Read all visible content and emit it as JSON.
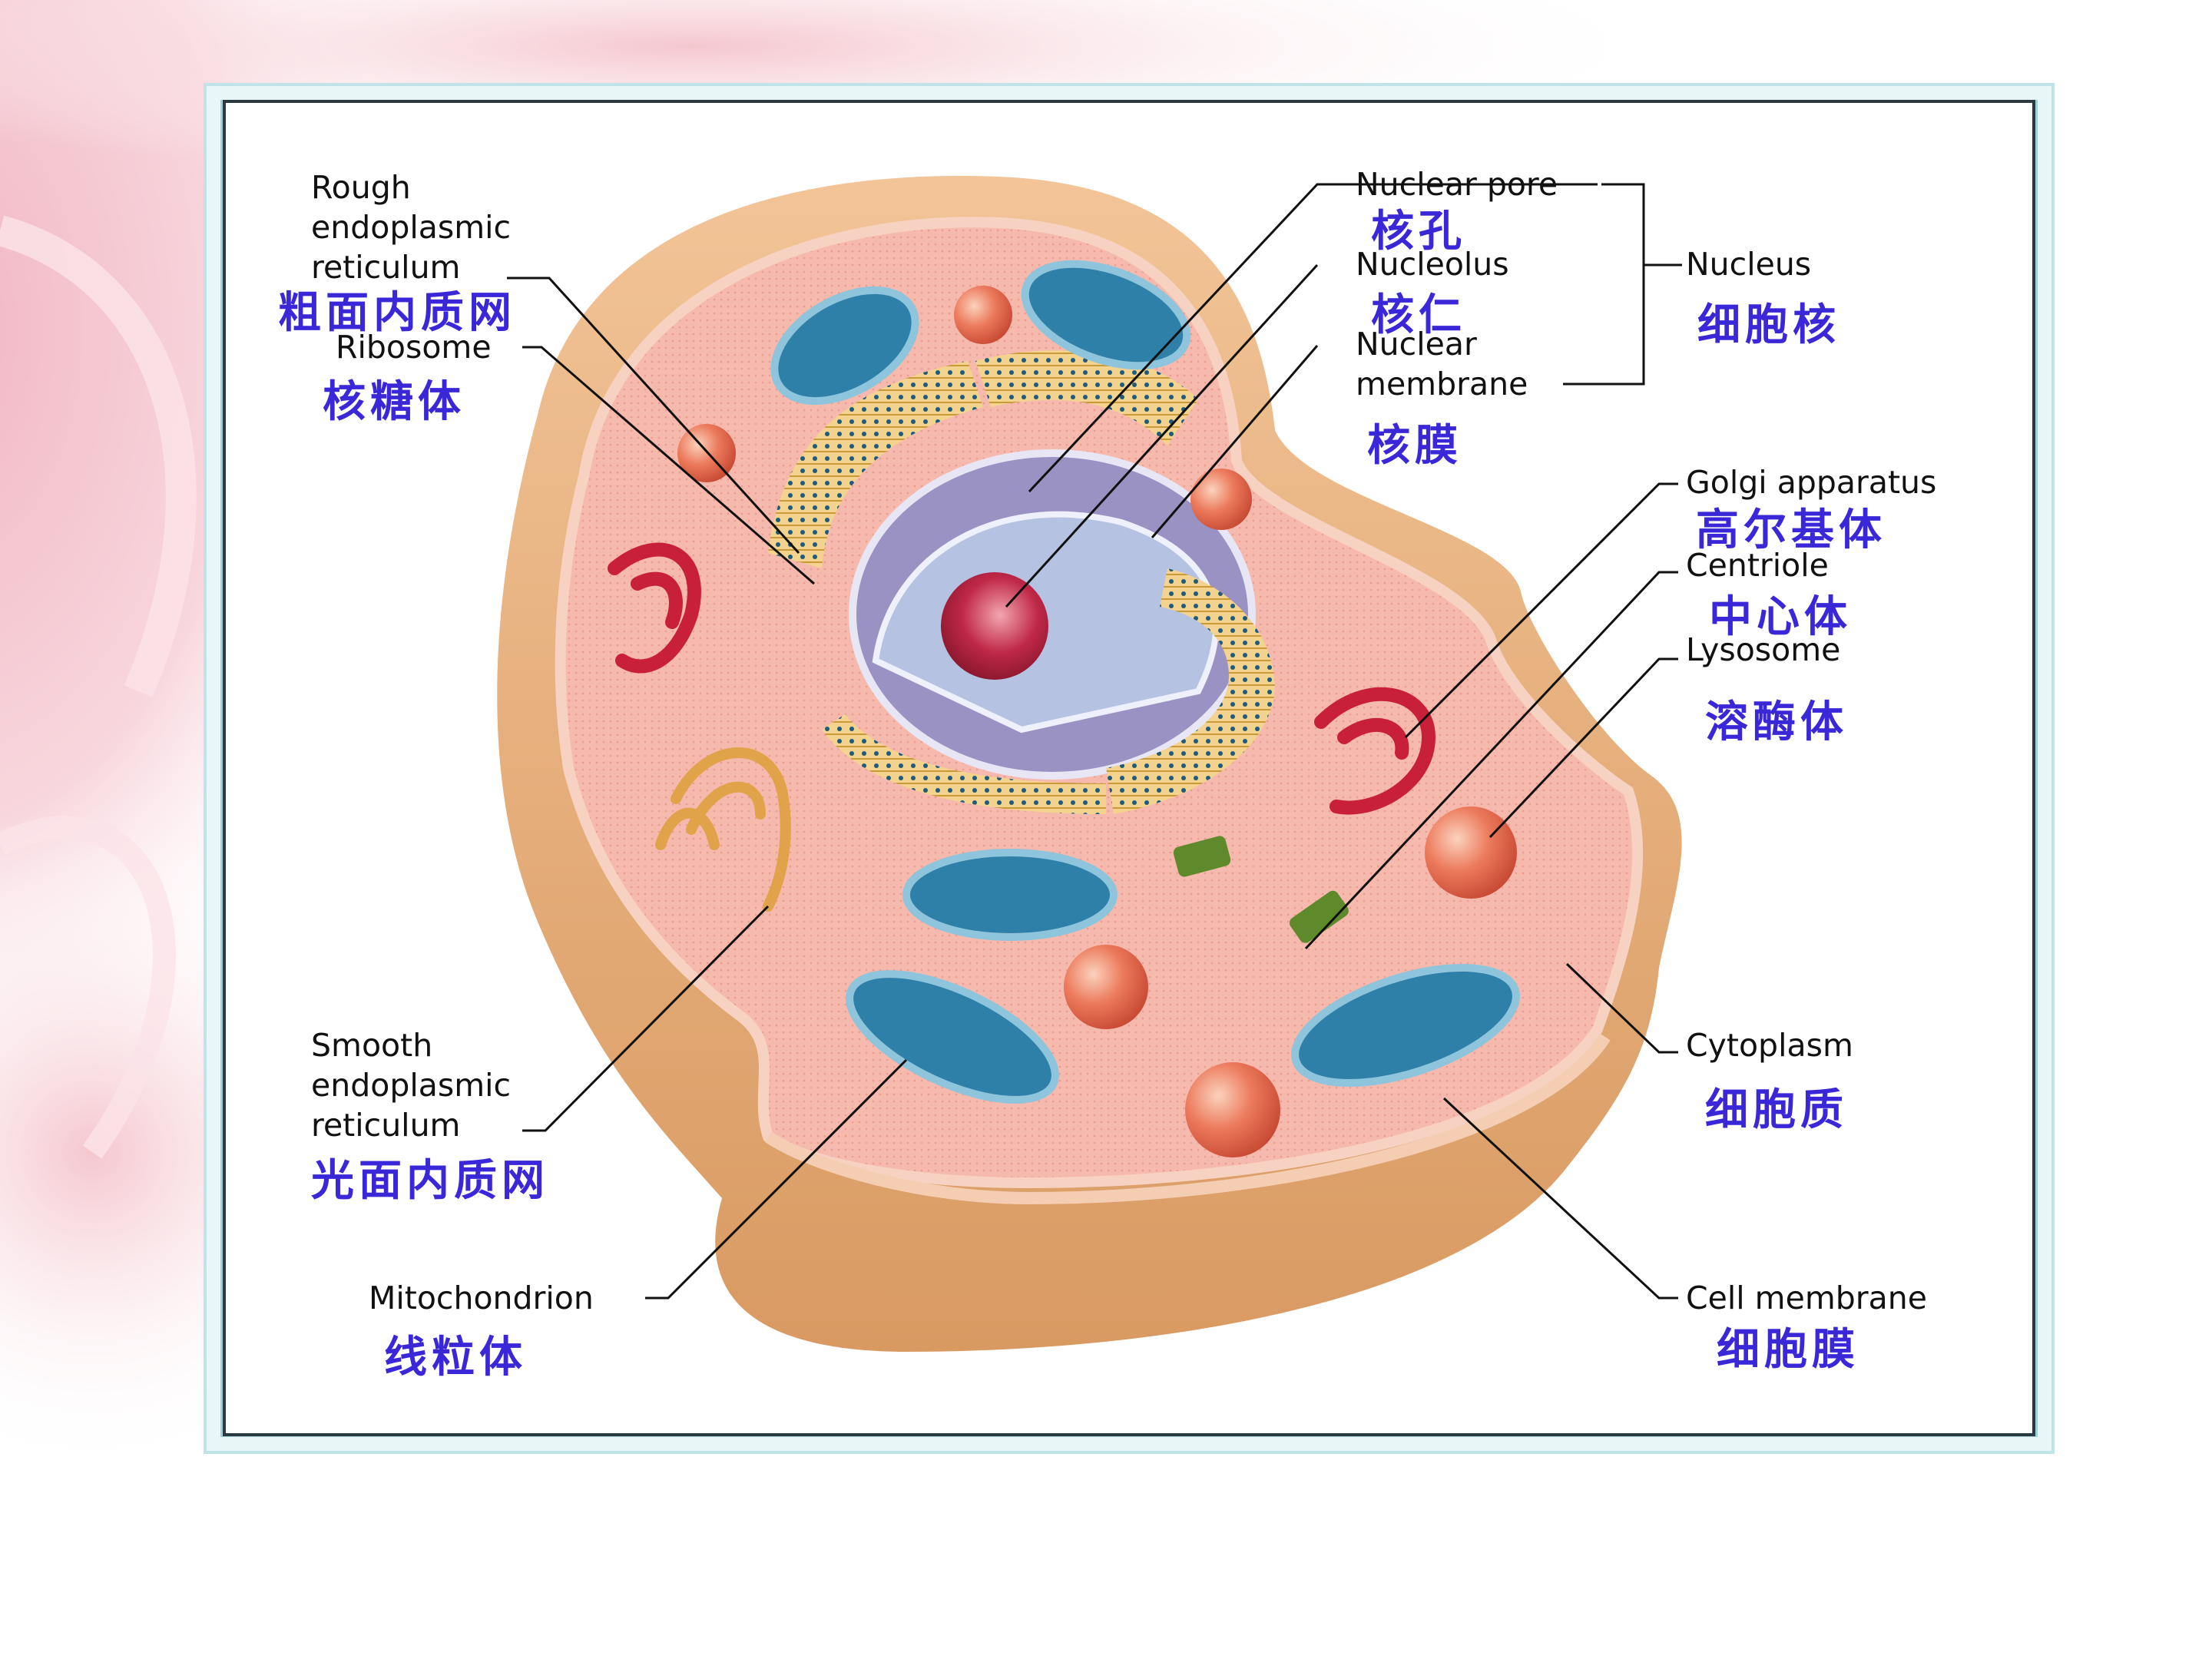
{
  "labels": {
    "rough_er_en": "Rough\nendoplasmic\nreticulum",
    "rough_er_cn": "粗面内质网",
    "ribosome_en": "Ribosome",
    "ribosome_cn": "核糖体",
    "smooth_er_en": "Smooth\nendoplasmic\nreticulum",
    "smooth_er_cn": "光面内质网",
    "mito_en": "Mitochondrion",
    "mito_cn": "线粒体",
    "pore_en": "Nuclear pore",
    "pore_cn": "核孔",
    "nucleolus_en": "Nucleolus",
    "nucleolus_cn": "核仁",
    "nmem_en": "Nuclear\nmembrane",
    "nmem_cn": "核膜",
    "nucleus_en": "Nucleus",
    "nucleus_cn": "细胞核",
    "golgi_en": "Golgi apparatus",
    "golgi_cn": "高尔基体",
    "centriole_en": "Centriole",
    "centriole_cn": "中心体",
    "lyso_en": "Lysosome",
    "lyso_cn": "溶酶体",
    "cyto_en": "Cytoplasm",
    "cyto_cn": "细胞质",
    "cellmem_en": "Cell membrane",
    "cellmem_cn": "细胞膜"
  },
  "colors": {
    "label_cn": "#3a28d8",
    "label_en": "#111111",
    "cytoplasm": "#f4b3a8",
    "cell_wall": "#e8b07c",
    "mitochondrion": "#2f80a8",
    "golgi": "#c8203a",
    "nucleus": "#8f86b8",
    "nucleolus": "#b8203c",
    "lysosome": "#e8604a",
    "er": "#e8c070"
  }
}
